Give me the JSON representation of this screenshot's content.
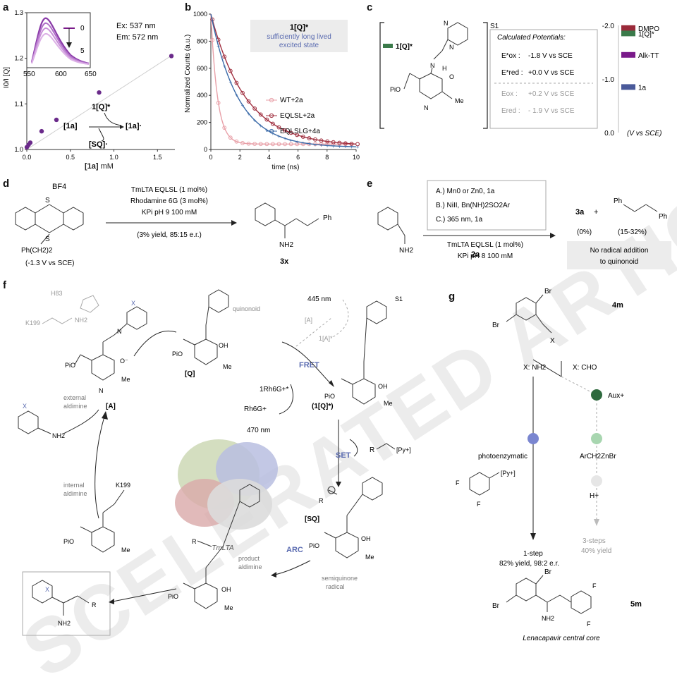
{
  "panels": {
    "a": "a",
    "b": "b",
    "c": "c",
    "d": "d",
    "e": "e",
    "f": "f",
    "g": "g"
  },
  "panel_a": {
    "ylabel": "I0/I [Q]",
    "xlabel_bold": "[1a]",
    "xlabel_unit": " mM",
    "ex": "Ex: 537 nm",
    "em": "Em: 572 nm",
    "inset_top": "0",
    "inset_bottom": "5",
    "q_excited": "1[Q]*",
    "reactant": "[1a]",
    "product": "[1a]·",
    "sq": "[SQ]·",
    "inset_ticks": [
      "550",
      "600",
      "650"
    ]
  },
  "chart_data": [
    {
      "type": "scatter",
      "title": "",
      "xlabel": "[1a] mM",
      "ylabel": "I0/I [Q]",
      "xlim": [
        0,
        1.7
      ],
      "ylim": [
        1.0,
        1.3
      ],
      "x_ticks": [
        "0.0",
        "0.5",
        "1.0",
        "1.5"
      ],
      "y_ticks": [
        "1.0",
        "1.1",
        "1.2",
        "1.3"
      ],
      "x": [
        0.0,
        0.02,
        0.04,
        0.17,
        0.34,
        0.83,
        1.66
      ],
      "y": [
        1.005,
        1.01,
        1.015,
        1.04,
        1.065,
        1.125,
        1.205
      ],
      "color": "#6a2a8a"
    },
    {
      "type": "line",
      "title": "",
      "xlabel": "time (ns)",
      "ylabel": "Normalized Counts (a.u.)",
      "xlim": [
        0,
        10
      ],
      "ylim": [
        0,
        1000
      ],
      "x_ticks": [
        "0",
        "2",
        "4",
        "6",
        "8",
        "10"
      ],
      "y_ticks": [
        "0",
        "200",
        "400",
        "600",
        "800",
        "1000"
      ],
      "legend_position": "right",
      "series": [
        {
          "name": "WT+2a",
          "tau": 0.45,
          "amp": 1000,
          "base": 40,
          "color": "#e8a0a8"
        },
        {
          "name": "EQLSL+2a",
          "tau": 2.4,
          "amp": 1000,
          "base": 25,
          "color": "#a03040"
        },
        {
          "name": "EQLSLG+4a",
          "tau": 1.9,
          "amp": 1000,
          "base": 15,
          "color": "#3a6aa8"
        }
      ]
    },
    {
      "type": "bar",
      "title": "",
      "ylabel": "(V vs SCE)",
      "ylim": [
        0.0,
        -2.0
      ],
      "y_ticks": [
        "-2.0",
        "-1.0",
        "0.0"
      ],
      "categories": [
        "DMPO",
        "1[Q]*",
        "Alk-TT",
        "1a"
      ],
      "values": [
        -1.95,
        -1.85,
        -1.45,
        -0.85
      ],
      "colors": [
        "#9a2a3a",
        "#3a7a4a",
        "#7a1a8a",
        "#4a5a9a"
      ]
    }
  ],
  "panel_b": {
    "box_title": "1[Q]*",
    "box_line1": "sufficiently long lived",
    "box_line2": "excited state"
  },
  "panel_c": {
    "label_q": "1[Q]*",
    "s1": "S1",
    "calc_title": "Calculated Potentials:",
    "e1_label": "E*ox :",
    "e1_value": " -1.8 V vs SCE",
    "e2_label": "E*red :",
    "e2_value": " +0.0 V vs SCE",
    "e3_label": "Eox :",
    "e3_value": " +0.2 V vs SCE",
    "e4_label": "Ered :",
    "e4_value": " - 1.9 V vs SCE",
    "atoms": {
      "p": "PiO",
      "n": "N",
      "h": "H",
      "o": "O",
      "nh": "N",
      "me": "Me"
    }
  },
  "panel_d": {
    "bf4": "BF4",
    "s": "S",
    "ph": "Ph(CH2)2",
    "pot": "(-1.3 V vs SCE)",
    "cond1": "TmLTA EQLSL (1 mol%)",
    "cond2": "Rhodamine 6G (3 mol%)",
    "cond3": "KPi pH 9 100 mM",
    "cond4": "(3% yield, 85:15 e.r.)",
    "product": "3x",
    "ph_label": "Ph",
    "nh2": "NH2"
  },
  "panel_e": {
    "optA": "A.) Mn0 or Zn0, 1a",
    "optB": "B.) NiII, Bn(NH)2SO2Ar",
    "optC": "C.) 365 nm, 1a",
    "cond1": "TmLTA EQLSL (1 mol%)",
    "cond2": "KPi pH 8 100 mM",
    "sm": "2a",
    "nh2": "NH2",
    "prod1": "3a",
    "plus": "+",
    "yield1": "(0%)",
    "yield2": "(15-32%)",
    "ph": "Ph",
    "note1": "No radical addition",
    "note2": "to quinonoid"
  },
  "panel_f": {
    "h83": "H83",
    "k199a": "K199",
    "k199b": "K199",
    "quinonoid": "quinonoid",
    "q": "[Q]",
    "a": "[A]",
    "ext1": "external",
    "ext2": "aldimine",
    "int1": "internal",
    "int2": "aldimine",
    "nm445": "445 nm",
    "nm470": "470 nm",
    "fret": "FRET",
    "rh_star": "1Rh6G+*",
    "rh": "Rh6G+",
    "a_br": "[A]",
    "a_star": "1[A]*",
    "q_star": "(1[Q]*)",
    "s1": "S1",
    "set": "SET",
    "py": "[Py+]",
    "r": "R",
    "sq": "[SQ]",
    "semi1": "semiquinone",
    "semi2": "radical",
    "arc": "ARC",
    "prod1": "product",
    "prod2": "aldimine",
    "enzyme": "TmLTA",
    "pio": "PiO",
    "me": "Me",
    "oh": "OH",
    "nh2": "NH2",
    "x": "X",
    "n": "N"
  },
  "panel_g": {
    "sm": "4m",
    "br": "Br",
    "x": "X",
    "xnh2": "X: NH2",
    "xcho": "X: CHO",
    "aux": "Aux+",
    "photo": "photoenzymatic",
    "reagent": "ArCH2ZnBr",
    "hplus": "H+",
    "py": "[Py+]",
    "f": "F",
    "step1": "1-step",
    "yield1": "82% yield, 98:2 e.r.",
    "step3": "3-steps",
    "yield3": "40% yield",
    "prod": "5m",
    "nh2": "NH2",
    "caption": "Lenacapavir central core"
  },
  "watermark": "SCELERATED ARTICLE PREVIEW"
}
